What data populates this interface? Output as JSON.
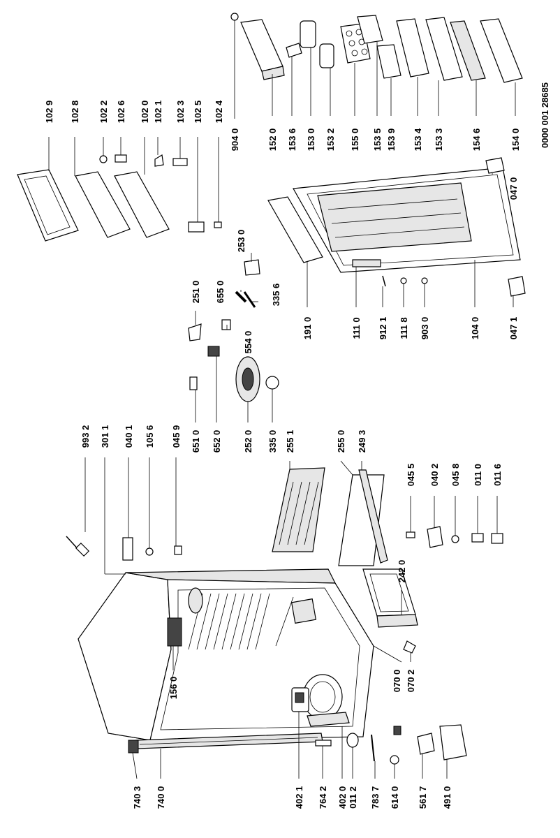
{
  "document_number": "0000 001 28685",
  "callouts": [
    "102 9",
    "102 8",
    "102 2",
    "102 6",
    "102 0",
    "102 1",
    "102 3",
    "102 5",
    "102 4",
    "904 0",
    "152 0",
    "153 6",
    "153 0",
    "153 2",
    "155 0",
    "153 5",
    "153 9",
    "153 4",
    "153 3",
    "154 6",
    "154 0",
    "993 2",
    "301 1",
    "040 1",
    "105 6",
    "045 9",
    "651 0",
    "652 0",
    "251 0",
    "554 0",
    "655 0",
    "335 6",
    "253 0",
    "252 0",
    "335 0",
    "255 1",
    "255 0",
    "249 3",
    "045 5",
    "040 2",
    "045 8",
    "011 0",
    "011 6",
    "191 0",
    "111 0",
    "912 1",
    "111 8",
    "903 0",
    "104 0",
    "047 1",
    "047 0",
    "156 0",
    "242 0",
    "070 0",
    "070 2",
    "740 3",
    "740 0",
    "402 1",
    "764 2",
    "402 0",
    "011 2",
    "783 7",
    "614 0",
    "561 7",
    "491 0"
  ]
}
